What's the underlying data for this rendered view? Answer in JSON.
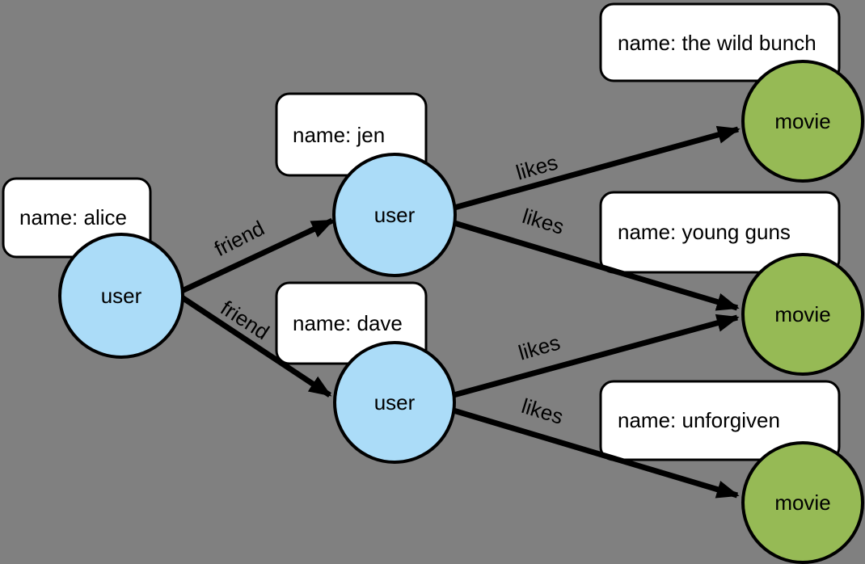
{
  "diagram_type": "property-graph",
  "colors": {
    "background": "#808080",
    "user_fill": "#abdcf8",
    "movie_fill": "#96ba55",
    "box_fill": "#ffffff",
    "stroke": "#000000"
  },
  "nodes": {
    "alice": {
      "type": "user",
      "label": "user",
      "property": "name: alice"
    },
    "jen": {
      "type": "user",
      "label": "user",
      "property": "name: jen"
    },
    "dave": {
      "type": "user",
      "label": "user",
      "property": "name: dave"
    },
    "wild_bunch": {
      "type": "movie",
      "label": "movie",
      "property": "name: the wild bunch"
    },
    "young_guns": {
      "type": "movie",
      "label": "movie",
      "property": "name: young guns"
    },
    "unforgiven": {
      "type": "movie",
      "label": "movie",
      "property": "name: unforgiven"
    }
  },
  "edges": {
    "alice_jen": {
      "label": "friend",
      "from": "alice",
      "to": "jen"
    },
    "alice_dave": {
      "label": "friend",
      "from": "alice",
      "to": "dave"
    },
    "jen_wild_bunch": {
      "label": "likes",
      "from": "jen",
      "to": "wild_bunch"
    },
    "jen_young_guns": {
      "label": "likes",
      "from": "jen",
      "to": "young_guns"
    },
    "dave_young_guns": {
      "label": "likes",
      "from": "dave",
      "to": "young_guns"
    },
    "dave_unforgiven": {
      "label": "likes",
      "from": "dave",
      "to": "unforgiven"
    }
  }
}
